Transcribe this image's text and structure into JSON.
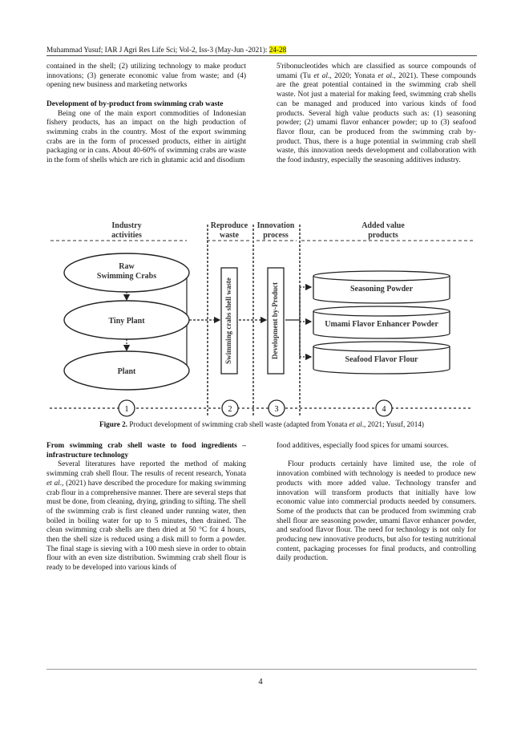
{
  "header": {
    "text": "Muhammad Yusuf; IAR J Agri Res Life Sci; Vol-2, Iss-3 (May-Jun -2021): ",
    "pages": "24-28"
  },
  "col1_top": {
    "continued": "contained in the shell; (2) utilizing technology to make product innovations; (3) generate economic value from waste; and (4) opening new business and marketing networks",
    "heading": "Development of by-product from swimming crab waste",
    "para": "Being one of the main export commodities of Indonesian fishery products, has an impact on the high production of swimming crabs in the country. Most of the export swimming crabs are in the form of processed products, either in airtight packaging or in cans. About 40-60% of swimming crabs are waste in the form of shells which are rich in glutamic acid and disodium"
  },
  "col2_top": {
    "p1": "5'ribonucleotides which are classified as source compounds of umami (Tu ",
    "p1_etal": "et al",
    "p1_b": "., 2020; Yonata ",
    "p1_etal2": "et al",
    "p1_c": "., 2021). These compounds are the great potential contained in the swimming crab shell waste. Not just a material for making feed, swimming crab shells can be managed and produced into various kinds of food products. Several high value products such as: (1) seasoning powder; (2) umami flavor enhancer powder; up to (3) seafood flavor flour, can be produced from the swimming crab by-product. Thus, there is a huge potential in swimming crab shell waste, this innovation needs development and collaboration with the food industry, especially the seasoning additives industry."
  },
  "figure": {
    "headers": {
      "industry": [
        "Industry",
        "activities"
      ],
      "reproduce": [
        "Reproduce",
        "waste"
      ],
      "innovation": [
        "Innovation",
        "process"
      ],
      "added": [
        "Added value",
        "products"
      ]
    },
    "ellipses": [
      [
        "Raw",
        "Swimming Crabs"
      ],
      [
        "Tiny Plant"
      ],
      [
        "Plant"
      ]
    ],
    "waste_box": "Swimming crabs shell waste",
    "dev_box": "Development by-Product",
    "products": [
      "Seasoning Powder",
      "Umami Flavor Enhancer Powder",
      "Seafood Flavor Flour"
    ],
    "steps": [
      "1",
      "2",
      "3",
      "4"
    ]
  },
  "caption": {
    "label": "Figure 2.",
    "text": " Product development of swimming crab shell waste (adapted from Yonata ",
    "etal": "et al",
    "text2": "., 2021; Yusuf, 2014)"
  },
  "col1_bottom": {
    "heading": "From swimming crab shell waste to food ingredients – infrastructure technology",
    "para_a": "Several literatures have reported the method of making swimming crab shell flour. The results of recent research, Yonata ",
    "etal": "et al",
    "para_b": "., (2021) have described the procedure for making swimming crab flour in a comprehensive manner. There are several steps that must be done, from cleaning, drying, grinding to sifting. The shell of the swimming crab is first cleaned under running water, then boiled in boiling water for up to 5 minutes, then drained. The clean swimming crab shells are then dried at 50 °C for 4 hours, then the shell size is reduced using a disk mill to form a powder. The final stage is sieving with a 100 mesh sieve in order to obtain flour with an even size distribution. Swimming crab shell flour is ready to be developed into various kinds of"
  },
  "col2_bottom": {
    "p1": "food additives, especially food spices for umami sources.",
    "p2": "Flour products certainly have limited use, the role of innovation combined with technology is needed to produce new products with more added value. Technology transfer and innovation will transform products that initially have low economic value into commercial products needed by consumers. Some of the products that can be produced from swimming crab shell flour are seasoning powder, umami flavor enhancer powder, and seafood flavor flour. The need for technology is not only for producing new innovative products, but also for testing nutritional content, packaging processes for final products, and controlling daily production."
  },
  "page_number": "4"
}
